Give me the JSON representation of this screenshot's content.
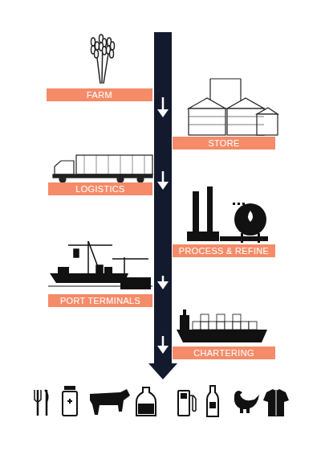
{
  "diagram": {
    "nodes": [
      {
        "text": [
          "FARM"
        ]
      },
      {
        "text": [
          "STORE"
        ]
      },
      {
        "text": [
          "LOGISTICS"
        ]
      },
      {
        "text": [
          "PROCESS & REFINE"
        ]
      },
      {
        "text": [
          "PORT TERMINALS"
        ]
      },
      {
        "text": [
          "CHARTERING"
        ]
      }
    ]
  }
}
